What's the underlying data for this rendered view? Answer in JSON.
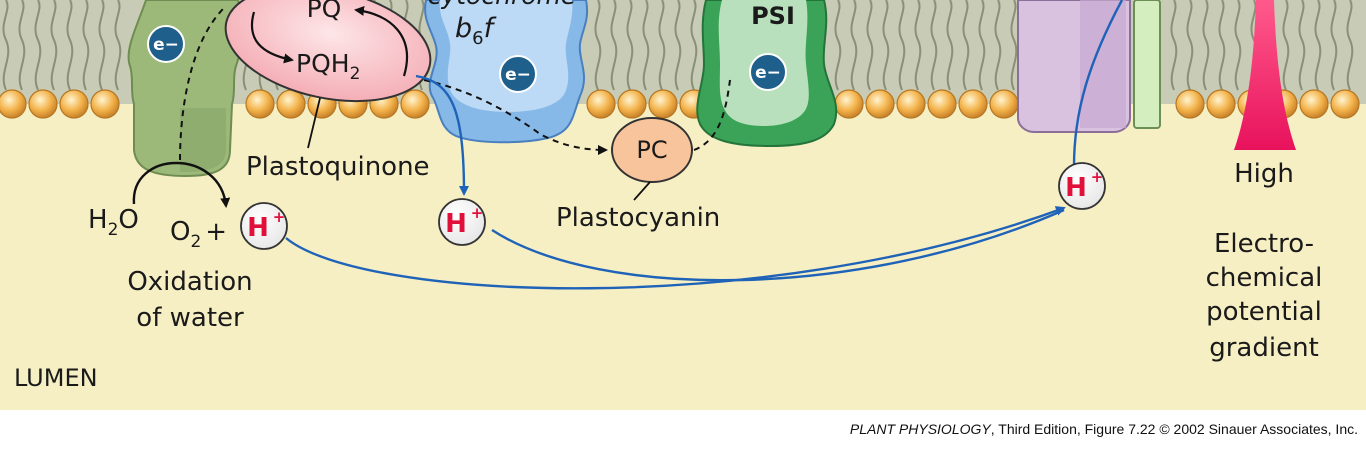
{
  "labels": {
    "pq": "PQ",
    "pqh2_base": "PQH",
    "pqh2_sub": "2",
    "cyt_partial": "cytochrome",
    "b6f_b": "b",
    "b6f_sub": "6",
    "b6f_f": "f",
    "psi": "PSI",
    "pc": "PC",
    "plastoquinone": "Plastoquinone",
    "plastocyanin": "Plastocyanin",
    "h2o_base": "H",
    "h2o_sub": "2",
    "h2o_end": "O",
    "o2_base": "O",
    "o2_sub": "2",
    "o2_plus": "+",
    "oxidation_line1": "Oxidation",
    "oxidation_line2": "of water",
    "high": "High",
    "gradient_line1": "Electro-",
    "gradient_line2": "chemical",
    "gradient_line3": "potential",
    "gradient_line4": "gradient",
    "lumen": "LUMEN",
    "electron": "e−",
    "proton_base": "H",
    "proton_sup": "+"
  },
  "credit": {
    "book": "PLANT PHYSIOLOGY",
    "rest": ", Third Edition, Figure 7.22  © 2002 Sinauer Associates, Inc."
  },
  "colors": {
    "lumen": "#f7efc4",
    "membrane_core": "#c8cbb5",
    "lipid_head": "#f3b24a",
    "psii": "#9db97a",
    "cytochrome": "#86b9e8",
    "psi": "#3aa357",
    "pq_oval": "#f7b7bd",
    "pc": "#f8c49c",
    "atp_synthase": "#d9c1e0",
    "electron_disk": "#1f5f8b",
    "proton_text": "#e0103a",
    "arrow_blue": "#1f63b8",
    "gradient_wedge": "#e8125c"
  }
}
